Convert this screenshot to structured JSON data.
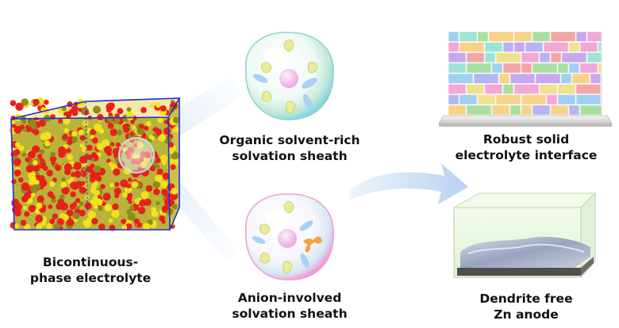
{
  "labels": {
    "electrolyte": [
      "Bicontinuous-",
      "phase electrolyte"
    ],
    "organic_sheath": [
      "Organic solvent-rich",
      "solvation sheath"
    ],
    "anion_sheath": [
      "Anion-involved",
      "solvation sheath"
    ],
    "sei": [
      "Robust solid",
      "electrolyte interface"
    ],
    "anode": [
      "Dendrite free",
      "Zn anode"
    ]
  },
  "colors": {
    "phase_a": "#e8201c",
    "phase_b": "#f2e21a",
    "phase_c": "#8f8a1c",
    "cube_edge": "#1c2fd6",
    "zn_ion": "#f2b4ec",
    "solvent": "#e9ec9a",
    "water": "#a9d1f5",
    "anion": "#f3a23c",
    "arrow": "#cfe0f6"
  },
  "icons": {
    "organic_bubble": "solvation-bubble-icon",
    "anion_bubble": "solvation-bubble-icon",
    "sei_bricks": "brick-layer-icon",
    "anode_box": "zn-anode-box-icon"
  }
}
